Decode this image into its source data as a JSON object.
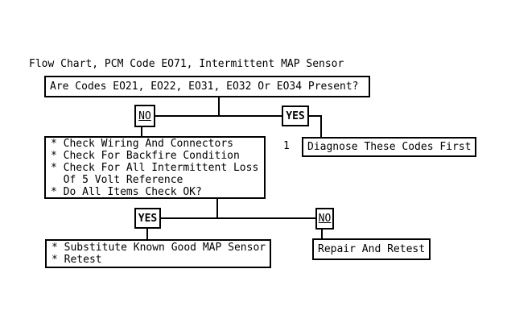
{
  "title": "Flow Chart, PCM Code EO71, Intermittent MAP Sensor",
  "colors": {
    "ink": "#000000",
    "background": "#ffffff"
  },
  "flowchart": {
    "question_box": {
      "label": "Are Codes EO21, EO22, EO31, EO32 Or EO34 Present?"
    },
    "branch_top": {
      "no_label": "NO",
      "yes_label": "YES"
    },
    "diagnose_box": {
      "ref_number": "1",
      "label": "Diagnose These Codes First"
    },
    "check_box": {
      "lines": [
        "* Check Wiring And Connectors",
        "* Check For Backfire Condition",
        "* Check For All Intermittent Loss",
        "  Of 5 Volt Reference",
        "* Do All Items Check OK?"
      ]
    },
    "branch_bottom": {
      "yes_label": "YES",
      "no_label": "NO"
    },
    "substitute_box": {
      "lines": [
        "* Substitute Known Good MAP Sensor",
        "* Retest"
      ]
    },
    "repair_box": {
      "label": "Repair And Retest"
    }
  }
}
